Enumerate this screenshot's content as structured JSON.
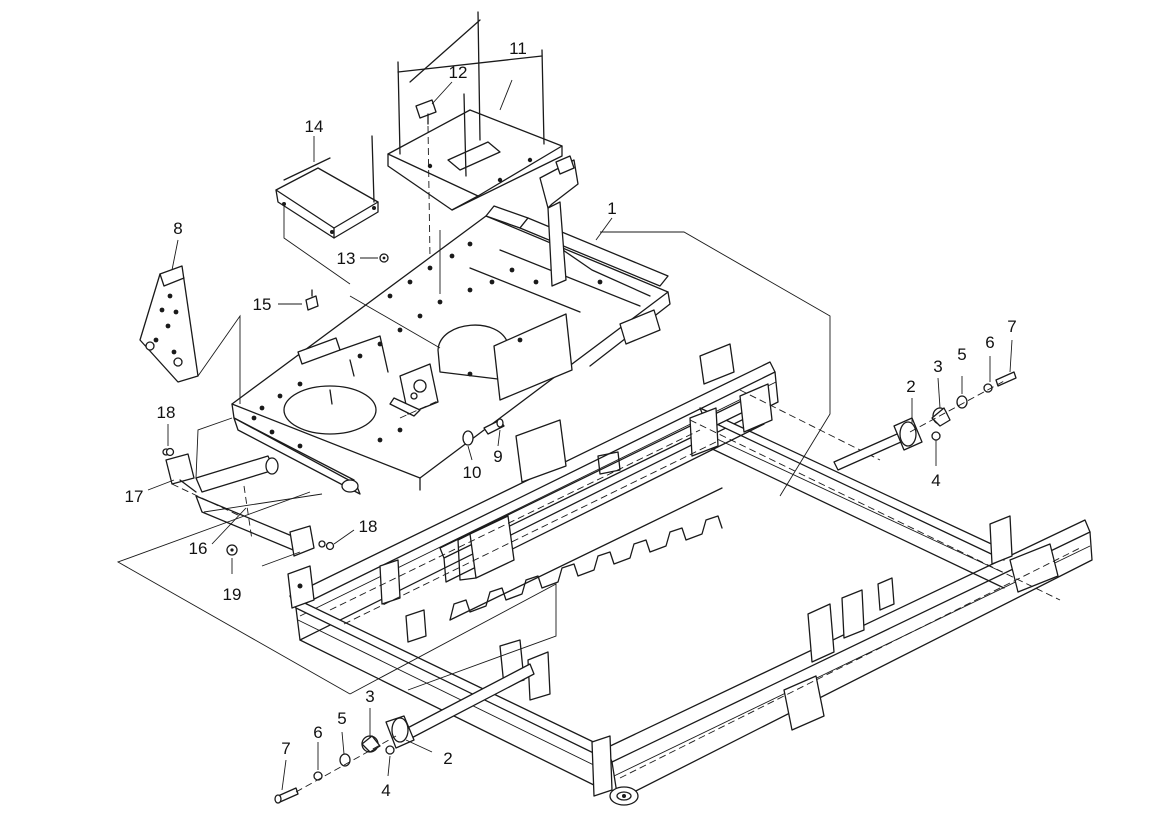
{
  "callouts": {
    "c1": "1",
    "c2_right": "2",
    "c2_bottom": "2",
    "c3_right": "3",
    "c3_bottom": "3",
    "c4_right": "4",
    "c4_bottom": "4",
    "c5_right": "5",
    "c5_bottom": "5",
    "c6_right": "6",
    "c6_bottom": "6",
    "c7_right": "7",
    "c7_bottom": "7",
    "c8": "8",
    "c9": "9",
    "c10": "10",
    "c11": "11",
    "c12": "12",
    "c13": "13",
    "c14": "14",
    "c15": "15",
    "c16": "16",
    "c17": "17",
    "c18_top": "18",
    "c18_bottom": "18",
    "c19": "19"
  },
  "colors": {
    "line": "#1a1a1a",
    "background": "#ffffff"
  }
}
